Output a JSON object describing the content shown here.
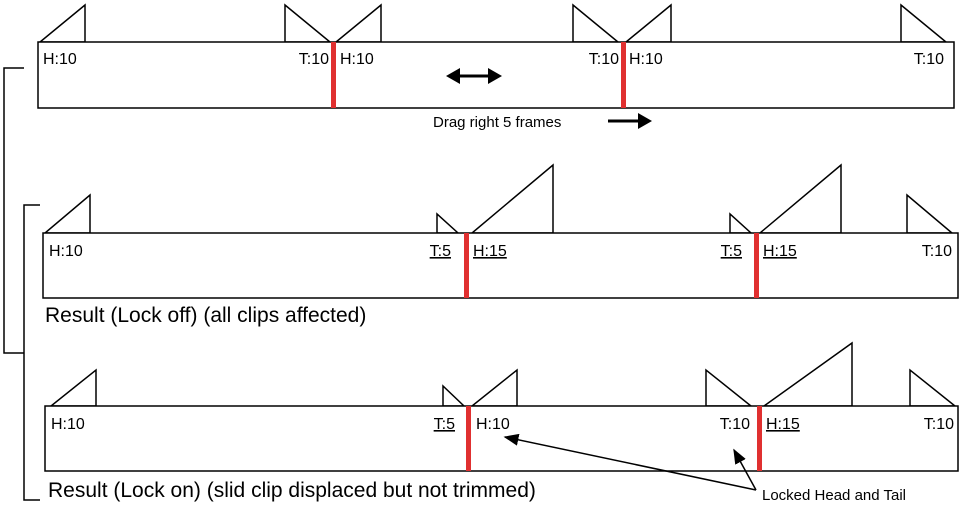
{
  "top_row": {
    "labels": {
      "h1": "H:10",
      "t1": "T:10",
      "h2": "H:10",
      "t2": "T:10",
      "h3": "H:10",
      "t3": "T:10"
    },
    "drag_note": "Drag right 5 frames"
  },
  "lock_off_row": {
    "labels": {
      "h1": "H:10",
      "t1": "T:5",
      "h2": "H:15",
      "t2": "T:5",
      "h3": "H:15",
      "t3": "T:10"
    },
    "caption": "Result (Lock off) (all clips affected)"
  },
  "lock_on_row": {
    "labels": {
      "h1": "H:10",
      "t1": "T:5",
      "h2": "H:10",
      "t2": "T:10",
      "h3": "H:15",
      "t3": "T:10"
    },
    "caption": "Result (Lock on) (slid clip displaced but not trimmed)"
  },
  "annotation": "Locked Head and Tail",
  "colors": {
    "edit_point": "#e03030",
    "outline": "#000000"
  }
}
